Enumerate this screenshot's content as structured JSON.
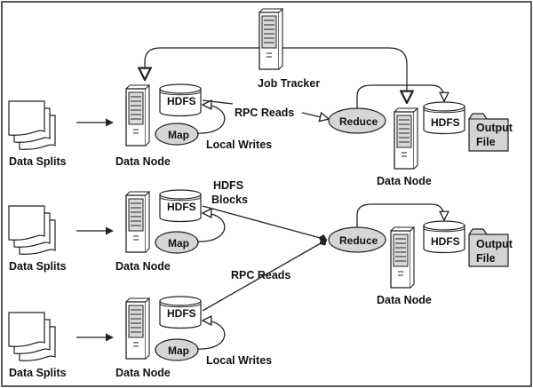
{
  "labels": {
    "job_tracker": "Job Tracker",
    "data_node": "Data Node",
    "data_splits": "Data Splits",
    "hdfs": "HDFS",
    "map": "Map",
    "reduce": "Reduce",
    "rpc_reads": "RPC Reads",
    "local_writes": "Local Writes",
    "hdfs_blocks_line1": "HDFS",
    "hdfs_blocks_line2": "Blocks",
    "output_file_line1": "Output",
    "output_file_line2": "File"
  },
  "colors": {
    "stroke": "#222222",
    "server_body": "#ffffff",
    "server_face": "#d9d9d9",
    "ellipse_fill": "#d6d6d6",
    "folder_fill": "#d4d4d4"
  }
}
